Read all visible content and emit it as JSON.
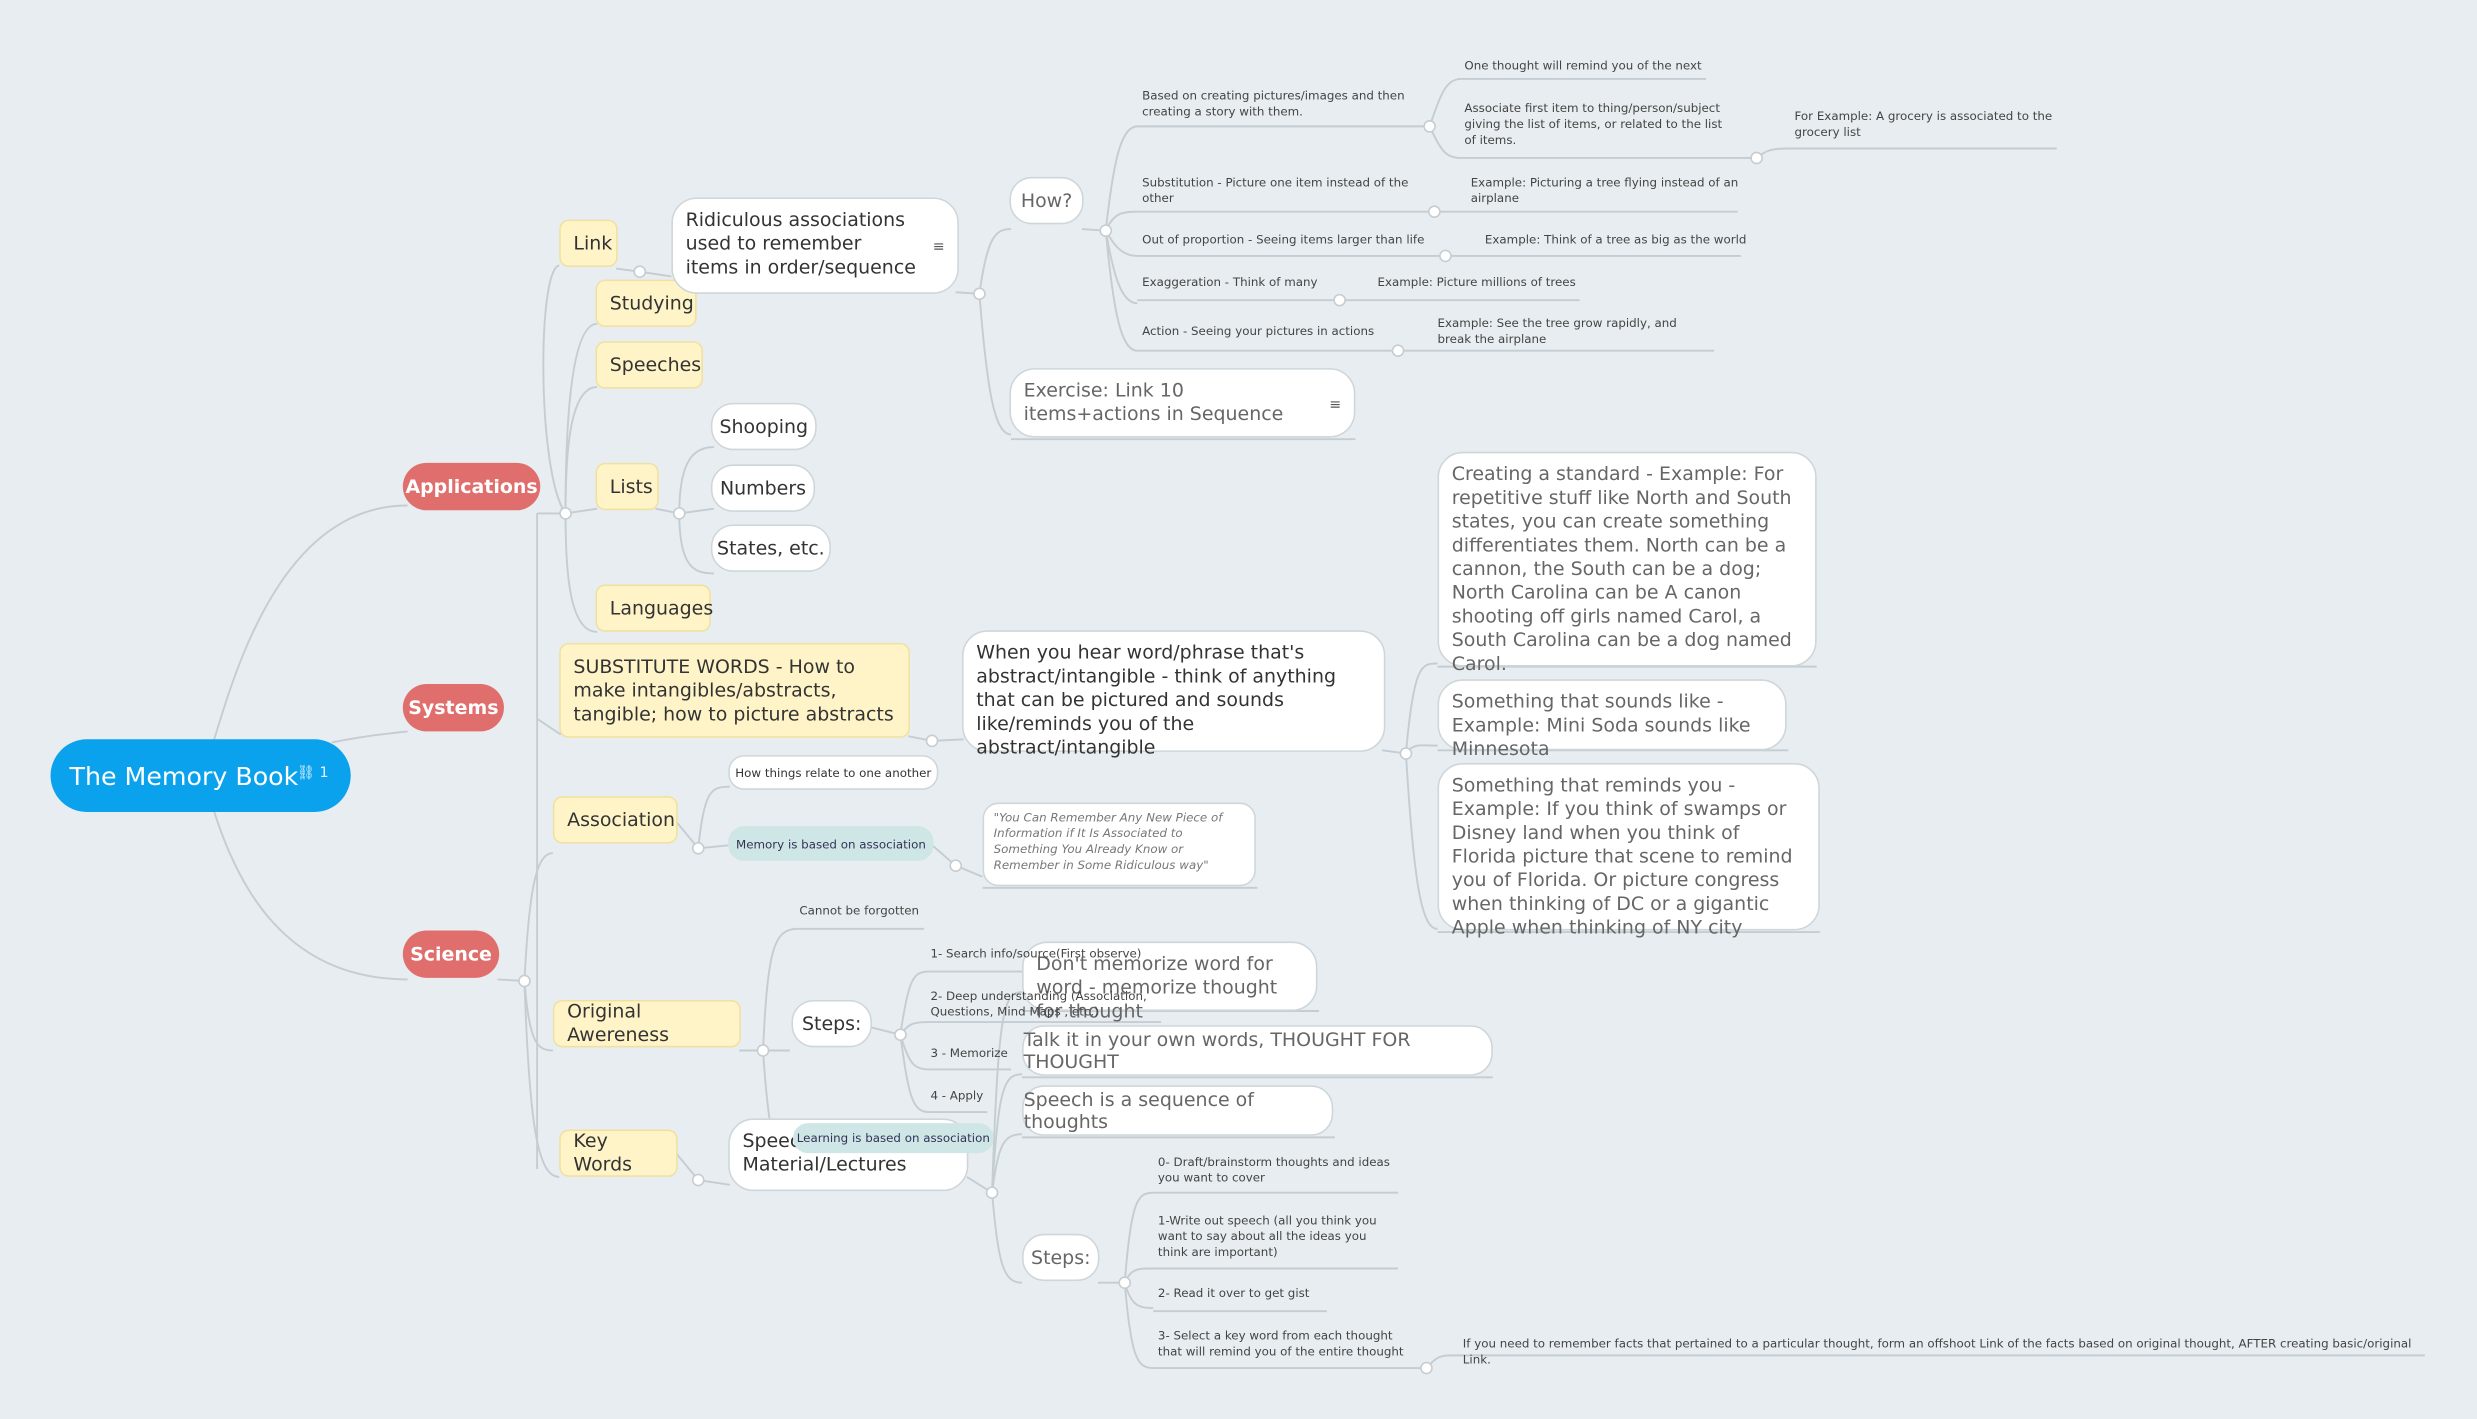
{
  "root": {
    "title": "The Memory Book",
    "badge": "⛓ 1"
  },
  "main": {
    "applications": "Applications",
    "systems": "Systems",
    "science": "Science"
  },
  "apps": {
    "link": "Link",
    "studying": "Studying",
    "speeches": "Speeches",
    "lists": "Lists",
    "languages": "Languages",
    "lists_items": [
      "Shooping",
      "Numbers",
      "States, etc."
    ]
  },
  "link": {
    "ridiculous": "Ridiculous associations used to remember items in order/sequence",
    "how": "How?",
    "exercise": "Exercise: Link 10 items+actions in Sequence",
    "based": "Based on creating pictures/images and then creating a story with them.",
    "one_thought": "One thought will remind you of the next",
    "associate": "Associate first item to thing/person/subject giving the list of items, or related to the list of items.",
    "grocery": "For Example:  A grocery is associated to the grocery list",
    "substitution": "Substitution - Picture one item instead of the other",
    "sub_ex": "Example: Picturing a tree flying instead of an airplane",
    "proportion": "Out of proportion - Seeing items larger than life",
    "prop_ex": "Example: Think of a tree as big as the world",
    "exaggeration": "Exaggeration - Think of many",
    "exag_ex": "Example: Picture millions of trees",
    "action": "Action - Seeing your pictures in actions",
    "action_ex": "Example: See the tree grow rapidly, and break the airplane"
  },
  "systems": {
    "substitute": "SUBSTITUTE WORDS - How to make intangibles/abstracts, tangible; how to picture abstracts",
    "when": "When you hear word/phrase that's abstract/intangible - think of anything that can be pictured and sounds like/reminds you of the abstract/intangible",
    "standard": "Creating a standard - Example: For repetitive stuff like North and South states, you can create something differentiates them. North can be a cannon, the South can be a dog; North Carolina can be A canon shooting off girls named Carol, a South Carolina can be a dog named Carol.",
    "sounds": "Something that sounds like - Example: Mini Soda sounds like Minnesota",
    "reminds": "Something that reminds you - Example: If you think of swamps or Disney land when you think of Florida picture that scene to remind you of Florida. Or picture congress when thinking of DC or a gigantic Apple when thinking of NY city"
  },
  "science": {
    "association": "Association",
    "relate": "How things relate to one another",
    "memory": "Memory is based on association",
    "quote": "\"You Can Remember Any New Piece of Information if It Is Associated to Something You Already Know or Remember in Some Ridiculous way\"",
    "original": "Original Awereness",
    "forgotten": "Cannot be forgotten",
    "steps": "Steps:",
    "step1": "1- Search info/source(First observe)",
    "step2": "2- Deep understanding (Association, Questions, Mind Maps , etc.)",
    "step3": "3 - Memorize",
    "step4": "4 - Apply",
    "learning": "Learning is based on association",
    "keywords": "Key Words",
    "speech_mat": "Speech Material/Lectures",
    "dont": "Don't memorize word for word - memorize thought for thought",
    "talk": "Talk it in your own words, THOUGHT FOR THOUGHT",
    "sequence": "Speech is a sequence of thoughts",
    "steps2": "Steps:",
    "s0": "0- Draft/brainstorm thoughts and ideas you want to cover",
    "s1": "1-Write out speech (all you think you want to say about all the ideas you think are important)",
    "s2": "2- Read it over to get gist",
    "s3": "3- Select a key word from each thought that will remind you of the entire thought",
    "facts": "If you need to remember facts that pertained to a particular thought, form an offshoot Link of the facts based on original thought, AFTER creating basic/original Link."
  },
  "colors": {
    "root": "#0aa2ec",
    "main": "#e06e6c",
    "sub": "#fff4c8",
    "background": "#e7edf0",
    "teal": "#cfe6e6"
  }
}
